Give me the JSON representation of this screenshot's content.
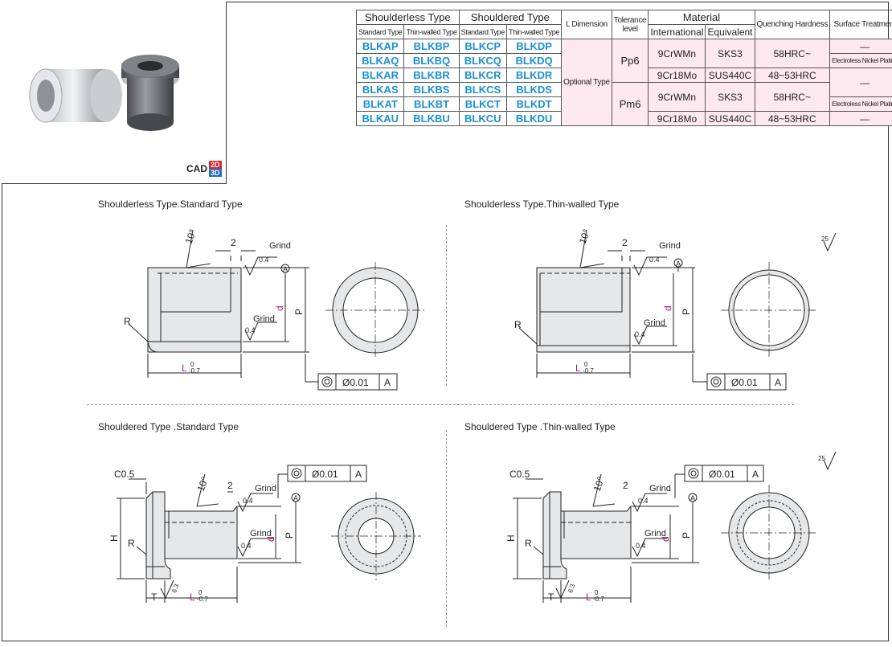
{
  "table": {
    "headers": {
      "shoulderless": "Shoulderless Type",
      "shouldered": "Shouldered Type",
      "standard": "Standard Type",
      "thin": "Thin-walled Type",
      "l_dimension": "L Dimension",
      "tolerance": "Tolerance level",
      "material": "Material",
      "international": "International",
      "equivalent": "Equivalent",
      "hardness": "Quenching Hardness",
      "surface": "Surface Treatment"
    },
    "rows": [
      [
        "BLKAP",
        "BLKBP",
        "BLKCP",
        "BLKDP"
      ],
      [
        "BLKAQ",
        "BLKBQ",
        "BLKCQ",
        "BLKDQ"
      ],
      [
        "BLKAR",
        "BLKBR",
        "BLKCR",
        "BLKDR"
      ],
      [
        "BLKAS",
        "BLKBS",
        "BLKCS",
        "BLKDS"
      ],
      [
        "BLKAT",
        "BLKBT",
        "BLKCT",
        "BLKDT"
      ],
      [
        "BLKAU",
        "BLKBU",
        "BLKCU",
        "BLKDU"
      ]
    ],
    "optional_type": "Optional Type",
    "pp6": "Pp6",
    "pm6": "Pm6",
    "mat1": "9CrWMn",
    "mat2": "9Cr18Mo",
    "eq1": "SKS3",
    "eq2": "SUS440C",
    "hard1": "58HRC~",
    "hard2": "48~53HRC",
    "dash": "—",
    "plating": "Electroless Nickel Plating"
  },
  "cad": {
    "label": "CAD",
    "two": "2D",
    "three": "3D"
  },
  "sections": {
    "s1": "Shoulderless Type.Standard Type",
    "s2": "Shoulderless Type.Thin-walled Type",
    "s3": "Shouldered Type .Standard Type",
    "s4": "Shouldered Type .Thin-walled Type"
  },
  "labels": {
    "ten_deg": "10°",
    "two": "2",
    "grind": "Grind",
    "zero_four": "0.4",
    "a": "A",
    "d": "d",
    "p": "P",
    "h": "H",
    "r": "R",
    "t": "T",
    "l": "L",
    "l_tol_upper": "0",
    "l_tol_lower": "-0.7",
    "c05": "C0.5",
    "concentric": "Ø0.01",
    "rough25": "25",
    "rough63": "6.3"
  },
  "colors": {
    "code": "#1a8fd6",
    "pink": "#fde9ef",
    "accent": "#b0157a"
  }
}
